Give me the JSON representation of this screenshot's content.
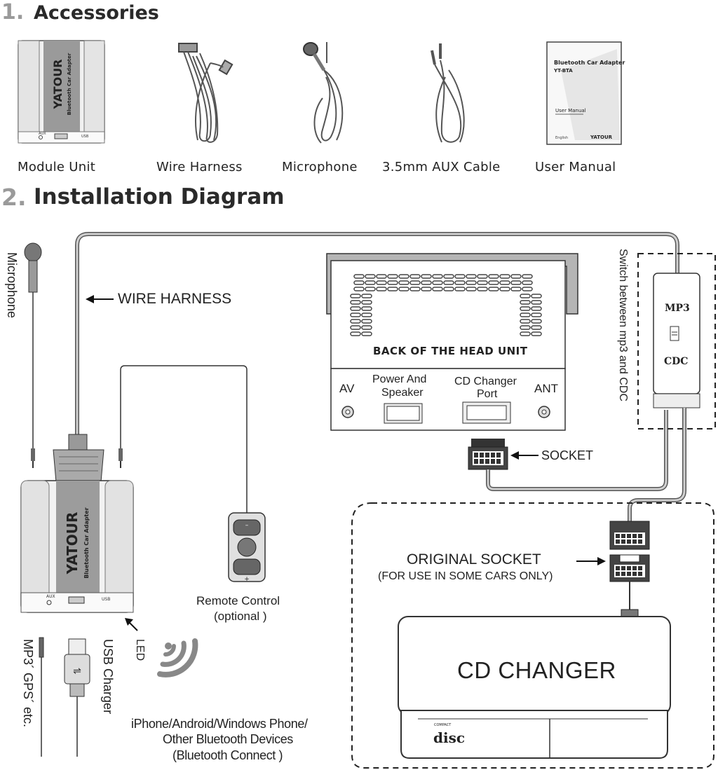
{
  "section1": {
    "number": "1.",
    "title": "Accessories"
  },
  "accessories": [
    {
      "label": "Module Unit"
    },
    {
      "label": "Wire Harness"
    },
    {
      "label": "Microphone"
    },
    {
      "label": "3.5mm AUX Cable"
    },
    {
      "label": "User  Manual"
    }
  ],
  "module_unit": {
    "brand": "YATOUR",
    "subtitle": "Bluetooth Car Adapter",
    "port_left": "AUX",
    "port_right": "USB"
  },
  "manual": {
    "title": "Bluetooth Car Adapter",
    "model": "YT-BTA",
    "heading": "User Manual",
    "language": "English",
    "brand": "YATOUR"
  },
  "section2": {
    "number": "2.",
    "title": "Installation Diagram"
  },
  "diagram": {
    "microphone": "Microphone",
    "wire_harness": "WIRE HARNESS",
    "head_unit": "BACK OF THE HEAD UNIT",
    "av": "AV",
    "power_speaker_1": "Power And",
    "power_speaker_2": "Speaker",
    "cd_port_1": "CD Changer",
    "cd_port_2": "Port",
    "ant": "ANT",
    "socket": "SOCKET",
    "switch_text": "Switch between mp3 and CDC",
    "switch_mp3": "MP3",
    "switch_cdc": "CDC",
    "original_socket": "ORIGINAL SOCKET",
    "original_socket_note": "(FOR USE IN SOME CARS ONLY)",
    "remote_1": "Remote Control",
    "remote_2": "(optional )",
    "led": "LED",
    "usb_charger": "USB Charger",
    "mp3_gps": "MP3´  GPS´  etc.",
    "bt_1": "iPhone/Android/Windows Phone/",
    "bt_2": "Other Bluetooth Devices",
    "bt_3": "(Bluetooth Connect )",
    "cd_changer": "CD CHANGER",
    "disc_logo": "disc",
    "disc_small": "COMPACT",
    "module_brand": "YATOUR",
    "module_sub": "Bluetooth Car Adapter",
    "module_aux": "AUX",
    "module_usb": "USB"
  }
}
